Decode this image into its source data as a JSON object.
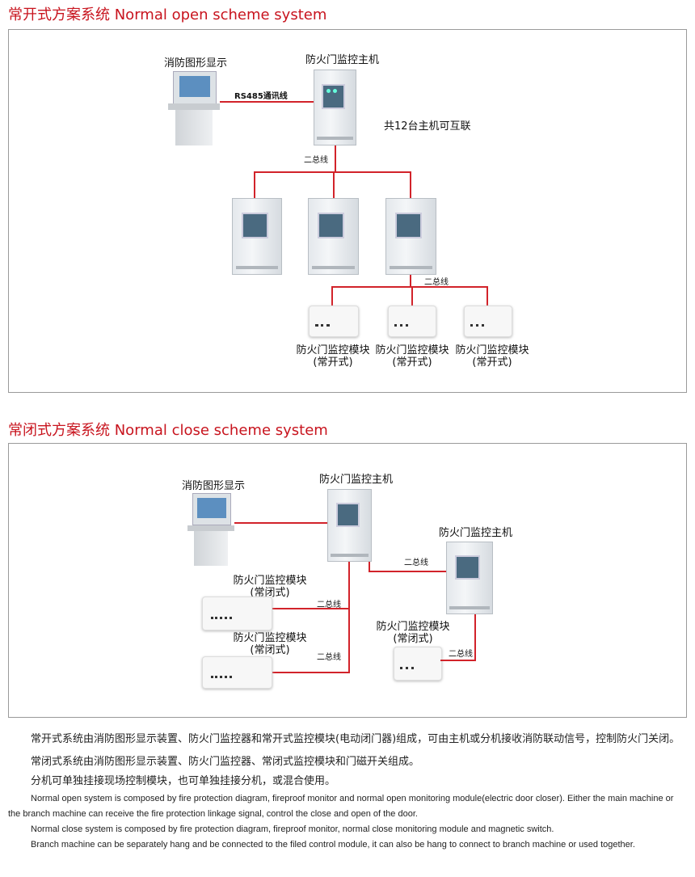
{
  "open": {
    "title": "常开式方案系统 Normal open scheme system",
    "display_label": "消防图形显示",
    "host_label": "防火门监控主机",
    "rs485": "RS485通讯线",
    "interconnect": "共12台主机可互联",
    "bus": "二总线",
    "module_label": "防火门监控模块",
    "module_type": "(常开式)"
  },
  "close": {
    "title": "常闭式方案系统 Normal close scheme system",
    "display_label": "消防图形显示",
    "host_label": "防火门监控主机",
    "bus": "二总线",
    "module_label": "防火门监控模块",
    "module_type": "(常闭式)"
  },
  "description": {
    "cn": [
      "常开式系统由消防图形显示装置、防火门监控器和常开式监控模块(电动闭门器)组成，可由主机或分机接收消防联动信号，控制防火门关闭。",
      "常闭式系统由消防图形显示装置、防火门监控器、常闭式监控模块和门磁开关组成。",
      "分机可单独挂接现场控制模块，也可单独挂接分机，或混合使用。"
    ],
    "en": [
      "Normal open system is composed by fire protection diagram, fireproof monitor and normal open monitoring module(electric door closer). Either the main machine or the branch machine can receive the fire protection linkage signal, control the close and open of the door.",
      "Normal close system is composed by fire protection diagram, fireproof monitor, normal close monitoring module and magnetic switch.",
      "Branch machine can be separately hang and be connected to the filed control module, it can also be hang to connect to branch machine or used together."
    ]
  }
}
